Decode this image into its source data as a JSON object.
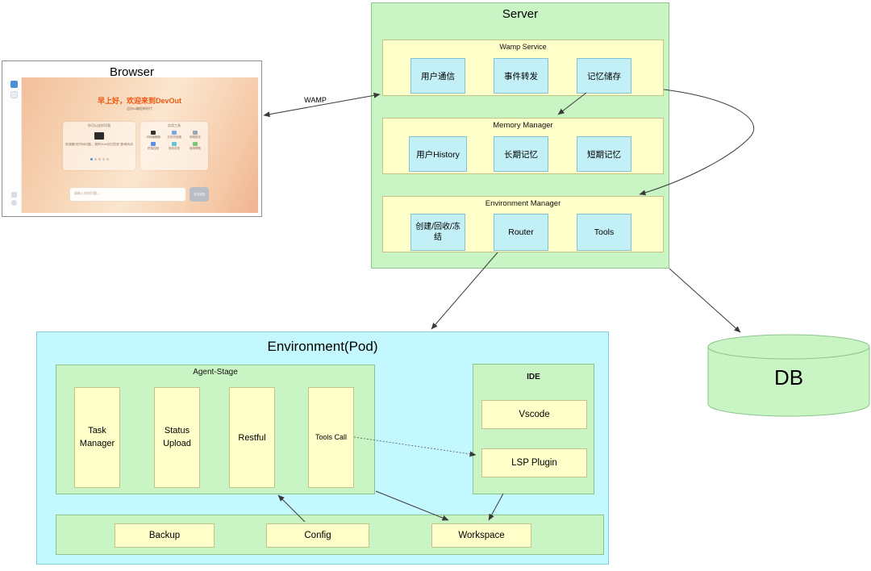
{
  "diagram": {
    "wamp_label": "WAMP",
    "browser": {
      "title": "Browser",
      "page": {
        "heading": "早上好，欢迎来到DevOut",
        "subheading": "迈向AI编程新时代",
        "left_card": {
          "title": "你可以这样问我",
          "line": "帮我解决代码问题，我的Vue项目信息 查询再次",
          "icon": "laptop-icon"
        },
        "right_card": {
          "title": "实用工具",
          "tools": [
            "代码编辑器",
            "文件浏览器",
            "网络助手",
            "终端控制",
            "网页浏览",
            "使用帮助"
          ]
        },
        "input_placeholder": "请输入你的问题....",
        "send_button": "发送消息"
      }
    },
    "server": {
      "title": "Server",
      "sections": [
        {
          "title": "Wamp Service",
          "items": [
            "用户通信",
            "事件转发",
            "记忆储存"
          ]
        },
        {
          "title": "Memory Manager",
          "items": [
            "用户History",
            "长期记忆",
            "短期记忆"
          ]
        },
        {
          "title": "Environment Manager",
          "items": [
            "创建/回收/冻结",
            "Router",
            "Tools"
          ]
        }
      ]
    },
    "db": {
      "label": "DB"
    },
    "pod": {
      "title": "Environment(Pod)",
      "agent_stage": {
        "title": "Agent-Stage",
        "items": [
          "Task Manager",
          "Status Upload",
          "Restful",
          "Tools Call"
        ]
      },
      "ide": {
        "title": "IDE",
        "items": [
          "Vscode",
          "LSP Plugin"
        ]
      },
      "storage_bar": {
        "items": [
          "Backup",
          "Config",
          "Workspace"
        ]
      }
    },
    "colors": {
      "node_green": "#c9f5c4",
      "node_yellow": "#feffc9",
      "node_blue": "#c3f0f7",
      "pod_cyan": "#c3f8fe",
      "arrow": "#3a3a3a",
      "browser_heading": "#f0560f"
    }
  }
}
